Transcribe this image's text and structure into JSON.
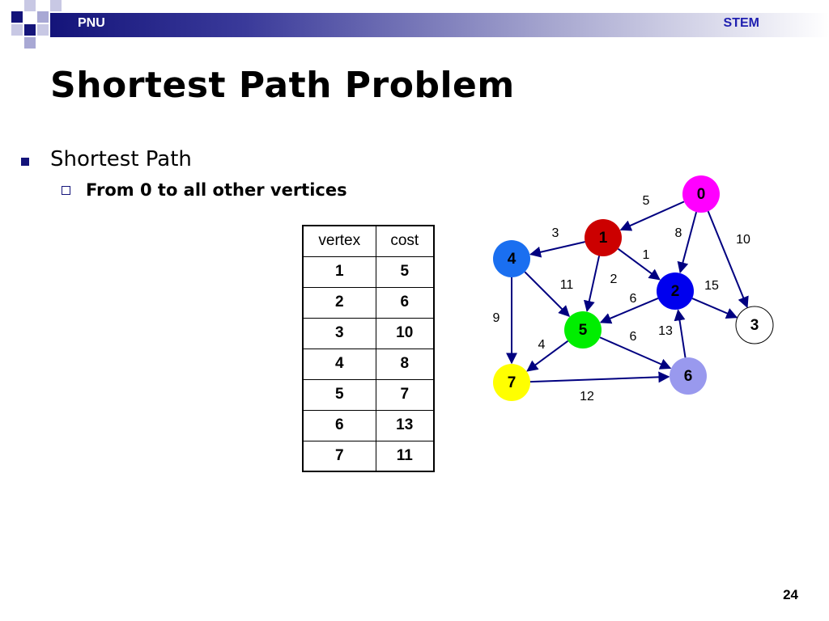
{
  "header": {
    "left": "PNU",
    "right": "STEM"
  },
  "title": "Shortest Path Problem",
  "bullets": {
    "level1": "Shortest Path",
    "level2": "From 0 to all other vertices"
  },
  "table": {
    "headers": [
      "vertex",
      "cost"
    ],
    "rows": [
      [
        "1",
        "5"
      ],
      [
        "2",
        "6"
      ],
      [
        "3",
        "10"
      ],
      [
        "4",
        "8"
      ],
      [
        "5",
        "7"
      ],
      [
        "6",
        "13"
      ],
      [
        "7",
        "11"
      ]
    ]
  },
  "graph": {
    "nodes": [
      {
        "id": "0",
        "label": "0",
        "color": "#ff00ff",
        "text_color": "#000000"
      },
      {
        "id": "1",
        "label": "1",
        "color": "#cc0000",
        "text_color": "#000000"
      },
      {
        "id": "2",
        "label": "2",
        "color": "#0000ee",
        "text_color": "#000000"
      },
      {
        "id": "3",
        "label": "3",
        "color": "#ffffff",
        "text_color": "#000000"
      },
      {
        "id": "4",
        "label": "4",
        "color": "#1a6ff0",
        "text_color": "#000000"
      },
      {
        "id": "5",
        "label": "5",
        "color": "#00ee00",
        "text_color": "#000000"
      },
      {
        "id": "6",
        "label": "6",
        "color": "#9999ee",
        "text_color": "#000000"
      },
      {
        "id": "7",
        "label": "7",
        "color": "#ffff00",
        "text_color": "#000000"
      }
    ],
    "edges": [
      {
        "from": "0",
        "to": "1",
        "weight": "5"
      },
      {
        "from": "0",
        "to": "2",
        "weight": "8"
      },
      {
        "from": "0",
        "to": "3",
        "weight": "10"
      },
      {
        "from": "1",
        "to": "4",
        "weight": "3"
      },
      {
        "from": "1",
        "to": "2",
        "weight": "1"
      },
      {
        "from": "1",
        "to": "5",
        "weight": "2"
      },
      {
        "from": "4",
        "to": "5",
        "weight": "11"
      },
      {
        "from": "4",
        "to": "7",
        "weight": "9"
      },
      {
        "from": "2",
        "to": "5",
        "weight": "6"
      },
      {
        "from": "2",
        "to": "3",
        "weight": "15"
      },
      {
        "from": "6",
        "to": "2",
        "weight": "13"
      },
      {
        "from": "5",
        "to": "6",
        "weight": "6"
      },
      {
        "from": "5",
        "to": "7",
        "weight": "4"
      },
      {
        "from": "7",
        "to": "6",
        "weight": "12"
      }
    ],
    "edge_color": "#000080"
  },
  "page_number": "24"
}
